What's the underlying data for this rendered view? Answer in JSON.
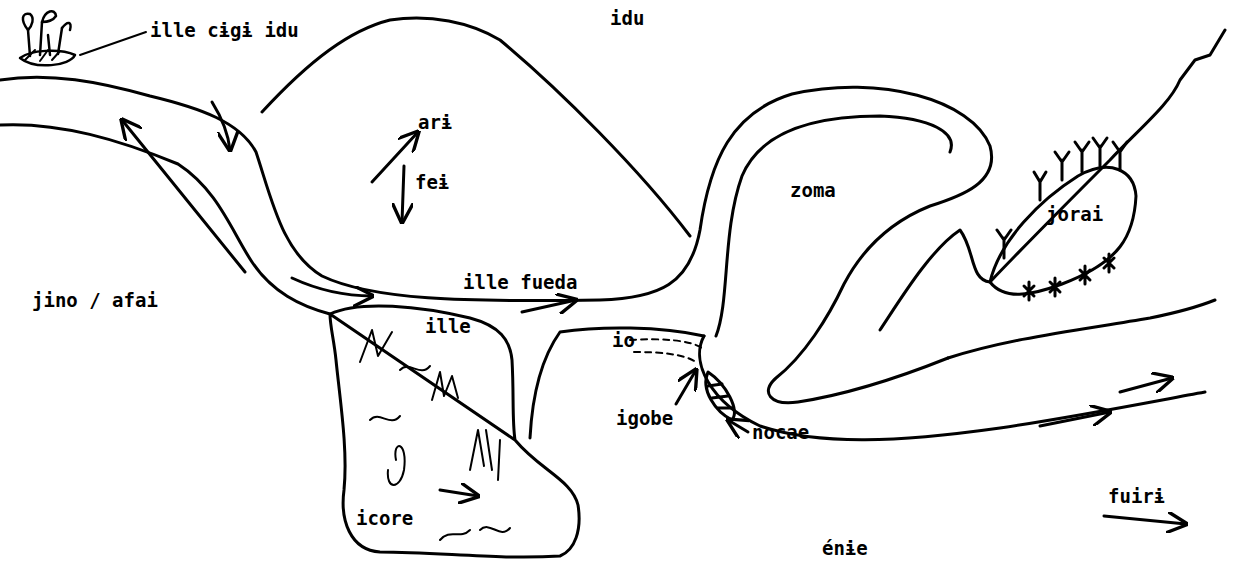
{
  "diagram": {
    "labels": [
      "ille cɨgɨ idu",
      "idu",
      "arɨ",
      "feɨ",
      "ille fueda",
      "ille",
      "jino / afai",
      "zoma",
      "jorai",
      "io",
      "igobe",
      "nocae",
      "icore",
      "fuirɨ",
      "énɨe"
    ]
  }
}
